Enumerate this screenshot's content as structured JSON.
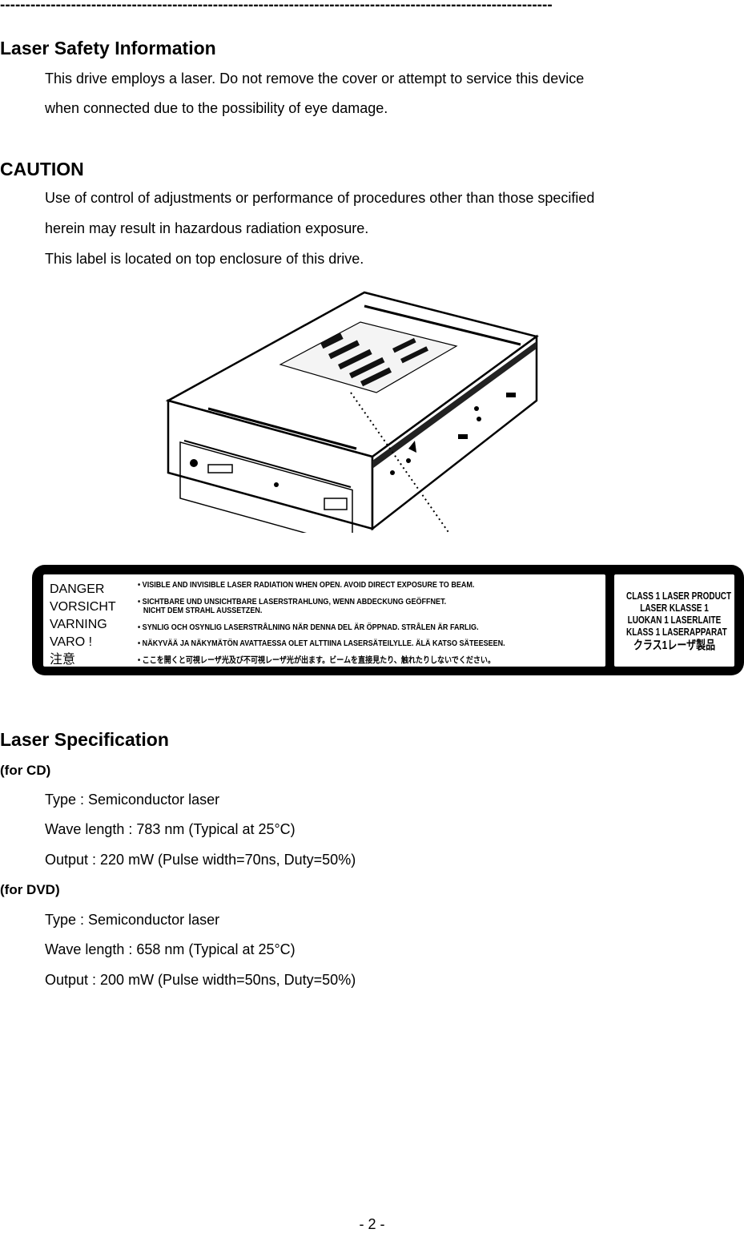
{
  "header_rule": "-------------------------------------------------------------------------------------------------------------",
  "laser_safety": {
    "heading": "Laser Safety Information",
    "line1": "This drive employs a laser. Do not remove the cover or attempt to service this device",
    "line2": "when connected due to the possibility of eye damage."
  },
  "caution": {
    "heading": "CAUTION",
    "line1": "Use of control of adjustments or performance of procedures other than those specified",
    "line2": "herein may result in hazardous radiation exposure.",
    "line3": "This label is located on top enclosure of this drive."
  },
  "label": {
    "words": [
      "DANGER",
      "VORSICHT",
      "VARNING",
      "VARO !",
      "注意"
    ],
    "lines": [
      "• VISIBLE AND INVISIBLE LASER RADIATION WHEN OPEN. AVOID DIRECT EXPOSURE TO BEAM.",
      "• SICHTBARE UND UNSICHTBARE LASERSTRAHLUNG, WENN ABDECKUNG GEÖFFNET.",
      "NICHT DEM STRAHL AUSSETZEN.",
      "• SYNLIG OCH OSYNLIG LASERSTRÅLNING NÄR DENNA DEL ÄR ÖPPNAD. STRÅLEN ÄR FARLIG.",
      "• NÄKYVÄÄ JA NÄKYMÄTÖN AVATTAESSA OLET ALTTIINA LASERSÄTEILYLLE. ÄLÄ KATSO SÄTEESEEN.",
      "• ここを開くと可視レーザ光及び不可視レーザ光が出ます。ビームを直接見たり、触れたりしないでください。"
    ],
    "class_lines": [
      "CLASS 1 LASER PRODUCT",
      "LASER KLASSE 1",
      "LUOKAN 1 LASERLAITE",
      "KLASS 1 LASERAPPARAT",
      "クラス1レーザ製品"
    ]
  },
  "laser_spec": {
    "heading": "Laser Specification",
    "cd": {
      "heading": "(for CD)",
      "type": "Type : Semiconductor laser",
      "wave": "Wave length : 783 nm (Typical at 25°C)",
      "output": "Output : 220 mW (Pulse width=70ns, Duty=50%)"
    },
    "dvd": {
      "heading": "(for DVD)",
      "type": "Type : Semiconductor laser",
      "wave": "Wave length : 658 nm (Typical at 25°C)",
      "output": "Output : 200 mW (Pulse width=50ns, Duty=50%)"
    }
  },
  "footer": {
    "page_number": "- 2 -"
  }
}
